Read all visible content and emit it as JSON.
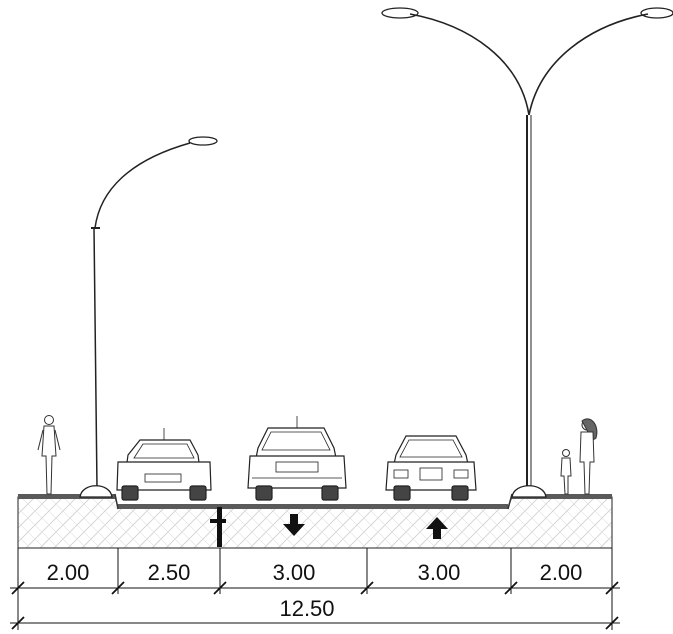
{
  "section": {
    "segments": [
      {
        "label": "2.00",
        "width_m": 2.0,
        "type": "sidewalk"
      },
      {
        "label": "2.50",
        "width_m": 2.5,
        "type": "parking"
      },
      {
        "label": "3.00",
        "width_m": 3.0,
        "type": "traffic-lane",
        "direction": "down"
      },
      {
        "label": "3.00",
        "width_m": 3.0,
        "type": "traffic-lane",
        "direction": "up"
      },
      {
        "label": "2.00",
        "width_m": 2.0,
        "type": "sidewalk"
      }
    ],
    "total_label": "12.50",
    "total_width_m": 12.5
  },
  "colors": {
    "line": "#111111",
    "ground_fill": "#f2f2f2",
    "hatch": "#c8c8c8",
    "pavement": "#555555",
    "car_body": "#ffffff",
    "person": "#333333"
  },
  "icons": {
    "lane_down": "arrow-down-icon",
    "lane_up": "arrow-up-icon",
    "parking_mark": "parking-divider-marker"
  }
}
